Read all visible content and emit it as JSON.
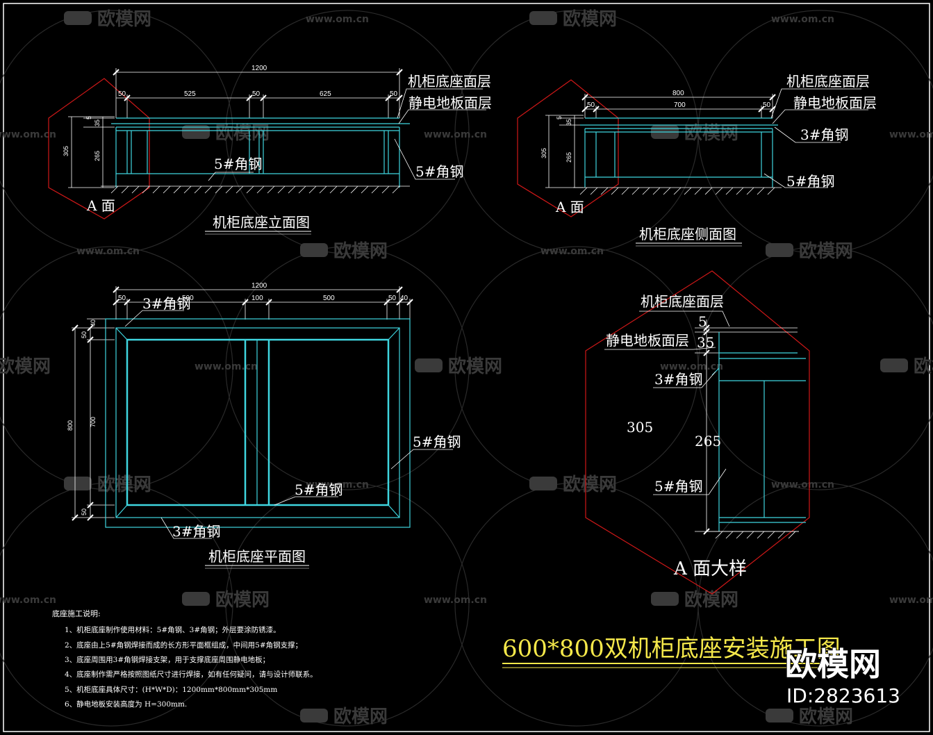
{
  "elevation": {
    "dim_total": "1200",
    "dims": [
      "50",
      "525",
      "50",
      "625",
      "50"
    ],
    "dim_side_outer": "305",
    "dim_side_inner": "265",
    "dim_side_top1": "5",
    "dim_side_top2": "35",
    "label_top_layer": "机柜底座面层",
    "label_floor_layer": "静电地板面层",
    "label_angle_left": "5#角钢",
    "label_angle_right": "5#角钢",
    "face_label": "A 面",
    "caption": "机柜底座立面图"
  },
  "side_view": {
    "dim_total": "800",
    "dims": [
      "50",
      "700",
      "50"
    ],
    "dim_side_outer": "305",
    "dim_side_inner": "265",
    "dim_side_top1": "5",
    "dim_side_top2": "35",
    "label_top_layer": "机柜底座面层",
    "label_floor_layer": "静电地板面层",
    "label_angle_3": "3#角钢",
    "label_angle_5": "5#角钢",
    "face_label": "A 面",
    "caption": "机柜底座侧面图"
  },
  "plan": {
    "dim_total": "1200",
    "dims": [
      "50",
      "500",
      "100",
      "500",
      "50",
      "40"
    ],
    "label_angle_top": "3#角钢",
    "dim_left_outer": "800",
    "dim_left_inner": "700",
    "dim_left_top_a": "40",
    "dim_left_top_b": "50",
    "dim_left_bottom": "50",
    "label_angle_right": "5#角钢",
    "label_angle_mid": "5#角钢",
    "label_angle_bottom": "3#角钢",
    "caption": "机柜底座平面图"
  },
  "detail": {
    "label_top_layer": "机柜底座面层",
    "dim_5": "5",
    "label_floor_layer": "静电地板面层",
    "dim_35": "35",
    "label_angle_3": "3#角钢",
    "dim_305": "305",
    "dim_265": "265",
    "label_angle_5": "5#角钢",
    "caption": "A 面大样"
  },
  "notes": {
    "heading": "底座施工说明:",
    "items": [
      "1、机柜底座制作使用材料：5#角钢、3#角钢；外层要涂防锈漆。",
      "2、底座由上5#角钢焊接而成的长方形平面框组成，中间用5#角钢支撑；",
      "3、底座周围用3#角钢焊接支架，用于支撑底座周围静电地板；",
      "4、底座制作需严格按照图纸尺寸进行焊接，如有任何疑问，请与设计师联系。",
      "5、机柜底座具体尺寸：(H*W*D)：1200mm*800mm*305mm",
      "6、静电地板安装高度为 H=300mm."
    ]
  },
  "title": "600*800双机柜底座安装施工图",
  "brand": {
    "name": "欧模网",
    "id": "ID:2823613"
  },
  "watermark": {
    "logo_text": "欧模网",
    "url_text": "www.om.cn"
  },
  "colors": {
    "background": "#000000",
    "cyan": "#3fd6e0",
    "red": "#d01818",
    "white": "#ffffff",
    "yellow": "#f5e84a"
  }
}
